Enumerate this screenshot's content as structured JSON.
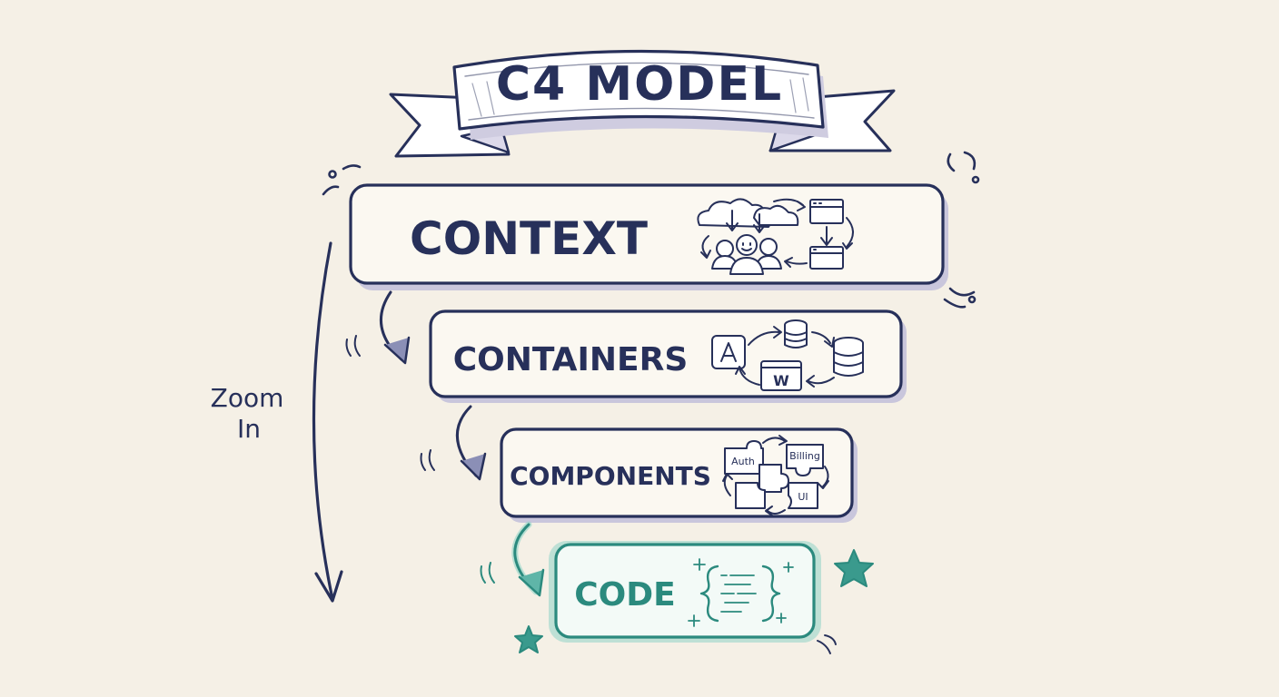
{
  "banner": {
    "title": "C4 MODEL"
  },
  "zoom": {
    "line1": "Zoom",
    "line2": "In"
  },
  "levels": [
    {
      "label": "CONTEXT"
    },
    {
      "label": "CONTAINERS"
    },
    {
      "label": "COMPONENTS"
    },
    {
      "label": "CODE"
    }
  ],
  "containers_icon": {
    "web_letter": "W"
  },
  "components_icon": {
    "auth": "Auth",
    "billing": "Billing",
    "ui": "UI"
  },
  "colors": {
    "ink": "#27305a",
    "teal": "#2b8a7e",
    "teal_glow": "#8fd3c6",
    "shadow": "#c9c6dc",
    "paper": "#f5f0e6",
    "box_fill": "#fbf8f1"
  }
}
